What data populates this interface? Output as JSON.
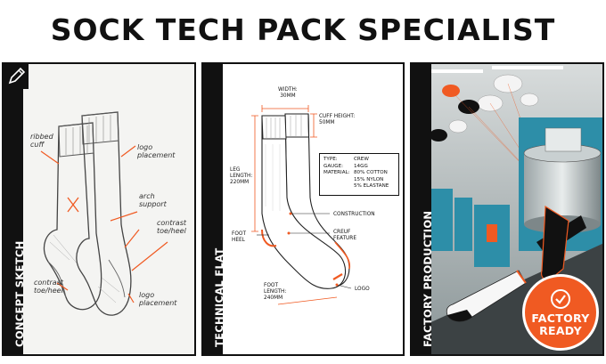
{
  "title": "SOCK TECH PACK SPECIALIST",
  "colors": {
    "accent": "#f05a22",
    "ink": "#111111"
  },
  "panels": {
    "sketch": {
      "label": "CONCEPT SKETCH",
      "icon": "pencil-icon",
      "annotations": {
        "ribbed_cuff": "ribbed cuff",
        "logo_placement_top": "logo placement",
        "arch_support": "arch support",
        "contrast_toe_heel_right": "contrast toe/heel",
        "contrast_toe_heel_left": "contrast toe/heel",
        "logo_placement_bottom": "logo placement"
      }
    },
    "flat": {
      "label": "TECHNICAL FLAT",
      "width": "WIDTH:\n30mm",
      "cuff_height": "CUFF HEIGHT:\n50mm",
      "leg_length": "LEG\nLENGTH:\n220mm",
      "foot_heel": "FOOT\nHEEL",
      "foot_length": "FOOT\nLENGTH:\n240mm",
      "construction": "CONSTRUCTION",
      "creuf_feature": "CREUF\nFEATURE",
      "logo": "LOGO",
      "specs": [
        {
          "key": "TYPE:",
          "value": "CREW"
        },
        {
          "key": "GAUGE:",
          "value": "14GG"
        },
        {
          "key": "MATERIAL:",
          "value": "80% COTTON"
        },
        {
          "key": "",
          "value": "15% NYLON"
        },
        {
          "key": "",
          "value": "5% ELASTANE"
        }
      ]
    },
    "factory": {
      "label": "FACTORY PRODUCTION",
      "badge_line1": "FACTORY",
      "badge_line2": "READY",
      "badge_icon": "check-circle-icon"
    }
  }
}
